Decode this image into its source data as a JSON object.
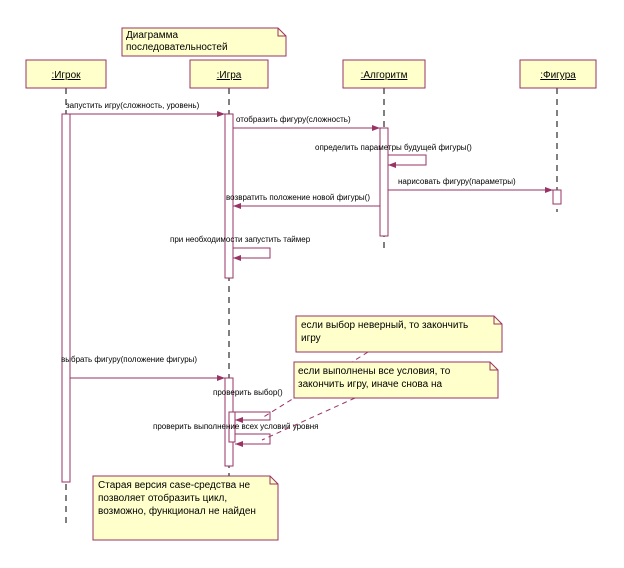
{
  "colors": {
    "header_fill": "#ffffcc",
    "header_stroke": "#993366",
    "note_fill": "#ffffcc",
    "note_stroke": "#993366",
    "activation_fill": "#ffffff",
    "activation_stroke": "#993366",
    "message_stroke": "#993366",
    "lifeline": "#000000"
  },
  "notes": {
    "title": [
      "Диаграмма",
      "последовательностей"
    ],
    "note_wrong": [
      "если выбор неверный, то закончить",
      "игру"
    ],
    "note_all": [
      "если выполнены все условия, то",
      "закончить игру, иначе снова на"
    ],
    "note_legacy": [
      "Старая версия case-средства не",
      "позволяет отобразить цикл,",
      "возможно, функционал не найден"
    ]
  },
  "participants": [
    {
      "name": ":Игрок"
    },
    {
      "name": ":Игра"
    },
    {
      "name": ":Алгоритм"
    },
    {
      "name": ":Фигура"
    }
  ],
  "messages": [
    {
      "label": "запустить игру(сложность, уровень)"
    },
    {
      "label": "отобразить фигуру(сложность)"
    },
    {
      "label": "определить параметры будущей фигуры()"
    },
    {
      "label": "нарисовать фигуру(параметры)"
    },
    {
      "label": "возвратить положение новой фигуры()"
    },
    {
      "label": "при необходимости запустить таймер"
    },
    {
      "label": "выбрать фигуру(положение фигуры)"
    },
    {
      "label": "проверить выбор()"
    },
    {
      "label": "проверить выполнение всех условий уровня"
    }
  ]
}
